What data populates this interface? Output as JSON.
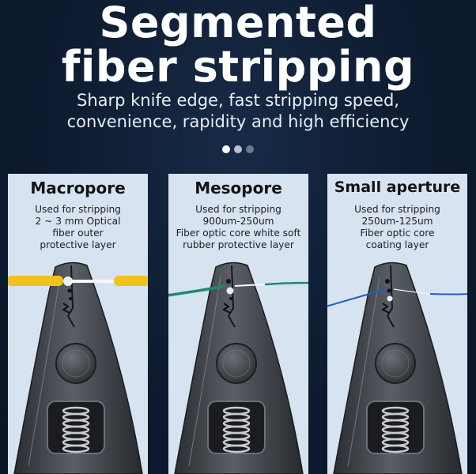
{
  "headline": {
    "line1": "Segmented",
    "line2": "fiber stripping"
  },
  "subtitle": {
    "line1": "Sharp knife edge, fast stripping speed,",
    "line2": "convenience, rapidity and high efficiency"
  },
  "carousel": {
    "total": 3,
    "active": 0
  },
  "colors": {
    "background": "#0e1b30",
    "panel": "#d7e3f1",
    "tool_body": "#3b3f44",
    "fiber_yellow": "#f2c21a",
    "fiber_green": "#1f8a6a",
    "fiber_blue": "#1f5fbf"
  },
  "panels": [
    {
      "title": "Macropore",
      "desc": [
        "Used for stripping",
        "2 ~ 3 mm Optical",
        "fiber outer",
        "protective layer"
      ],
      "fiber": "fiber_yellow",
      "icon": "fiber-stripper-tool-icon"
    },
    {
      "title": "Mesopore",
      "desc": [
        "Used for stripping",
        "900um-250um",
        "Fiber optic core white soft",
        "rubber protective layer"
      ],
      "fiber": "fiber_green",
      "icon": "fiber-stripper-tool-icon"
    },
    {
      "title": "Small aperture",
      "desc": [
        "Used for stripping",
        "250um-125um",
        "Fiber optic core",
        "coating layer"
      ],
      "fiber": "fiber_blue",
      "icon": "fiber-stripper-tool-icon"
    }
  ]
}
